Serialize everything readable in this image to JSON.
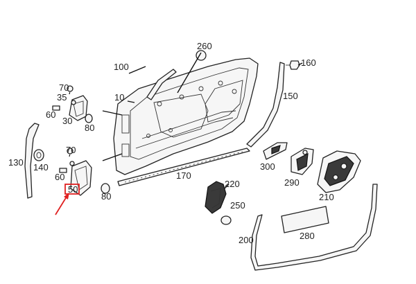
{
  "labels": {
    "p10": "10",
    "p30": "30",
    "p35": "35",
    "p50": "50",
    "p60a": "60",
    "p60b": "60",
    "p70a": "70",
    "p70b": "70",
    "p80a": "80",
    "p80b": "80",
    "p100": "100",
    "p130": "130",
    "p140": "140",
    "p150": "150",
    "p160": "160",
    "p170": "170",
    "p200": "200",
    "p210": "210",
    "p220": "220",
    "p250": "250",
    "p260": "260",
    "p280": "280",
    "p290": "290",
    "p300": "300"
  },
  "highlight": {
    "part": "50",
    "color": "#e02020"
  }
}
